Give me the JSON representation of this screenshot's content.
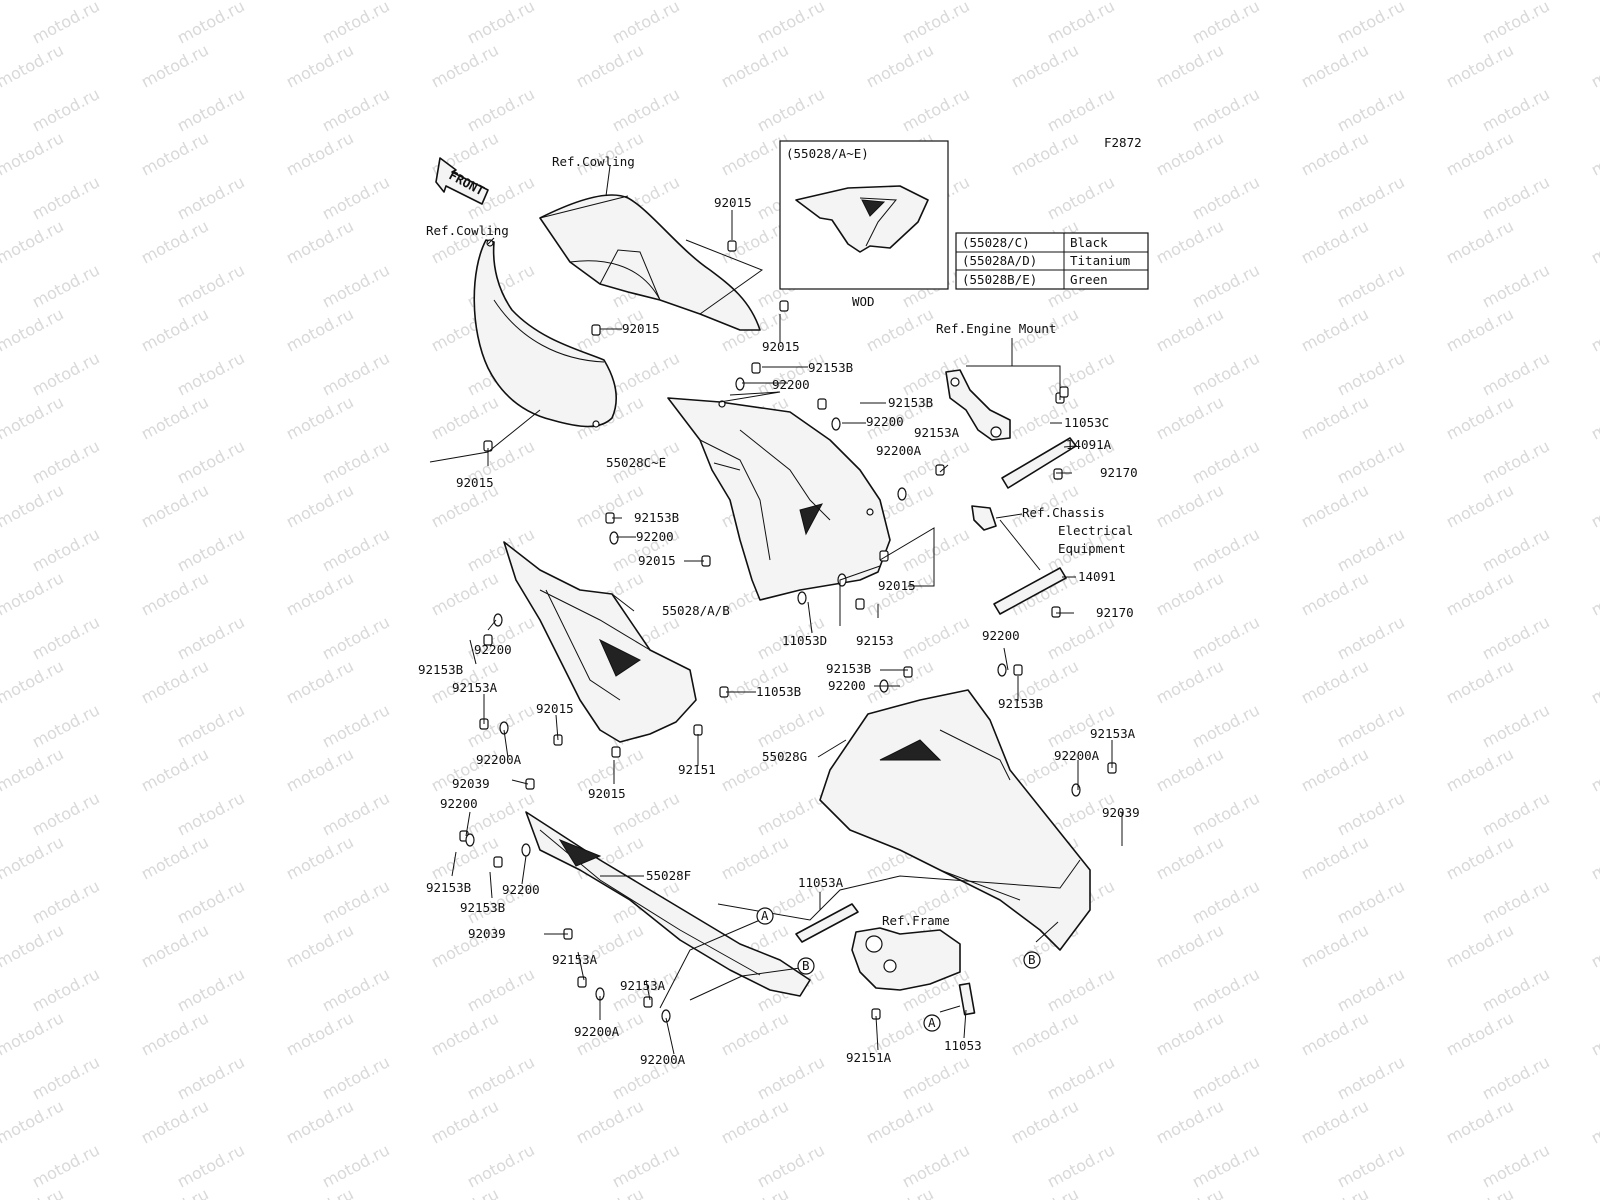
{
  "watermark": "motod.ru",
  "figure_code": "F2872",
  "front_arrow": "FRONT",
  "inset": {
    "title": "(55028/A~E)",
    "caption": "WOD"
  },
  "color_table": [
    {
      "part": "(55028/C)",
      "color": "Black"
    },
    {
      "part": "(55028A/D)",
      "color": "Titanium"
    },
    {
      "part": "(55028B/E)",
      "color": "Green"
    }
  ],
  "refs": {
    "cowling_top": "Ref.Cowling",
    "cowling_left": "Ref.Cowling",
    "engine_mount": "Ref.Engine Mount",
    "chassis_1": "Ref.Chassis",
    "chassis_2": "Electrical",
    "chassis_3": "Equipment",
    "frame": "Ref.Frame"
  },
  "markers": {
    "a": "A",
    "b": "B"
  },
  "labels": {
    "p92015_top": "92015",
    "p92015_scr1": "92015",
    "p92015_scr2": "92015",
    "p92015_left": "92015",
    "p92153B_1": "92153B",
    "p92200_1": "92200",
    "p92153B_2": "92153B",
    "p92200_2": "92200",
    "p92153A_1": "92153A",
    "p92200A_1": "92200A",
    "p55028CE": "55028C~E",
    "p11053C": "11053C",
    "p14091A": "14091A",
    "p92170_1": "92170",
    "p92153B_3": "92153B",
    "p92200_3": "92200",
    "p92015_mid": "92015",
    "p92015_mid2": "92015",
    "p55028AB": "55028/A/B",
    "p14091": "14091",
    "p92170_2": "92170",
    "p11053D": "11053D",
    "p92153": "92153",
    "p92200_4": "92200",
    "p92153B_4": "92153B",
    "p92153A_2": "92153A",
    "p92200_5": "92200",
    "p92153B_5": "92153B",
    "p92153B_6": "92153B",
    "p92200_6": "92200",
    "p92015_low": "92015",
    "p92200A_2": "92200A",
    "p11053B": "11053B",
    "p92151": "92151",
    "p55028G": "55028G",
    "p92153A_3": "92153A",
    "p92200A_3": "92200A",
    "p92039_1": "92039",
    "p92015_low2": "92015",
    "p92039_2": "92039",
    "p92200_7": "92200",
    "p92153B_7": "92153B",
    "p92200_8": "92200",
    "p92153B_8": "92153B",
    "p55028F": "55028F",
    "p11053A": "11053A",
    "p92039_3": "92039",
    "p92153A_4": "92153A",
    "p92153A_5": "92153A",
    "p92200A_4": "92200A",
    "p92200A_5": "92200A",
    "p92151A": "92151A",
    "p11053": "11053"
  }
}
